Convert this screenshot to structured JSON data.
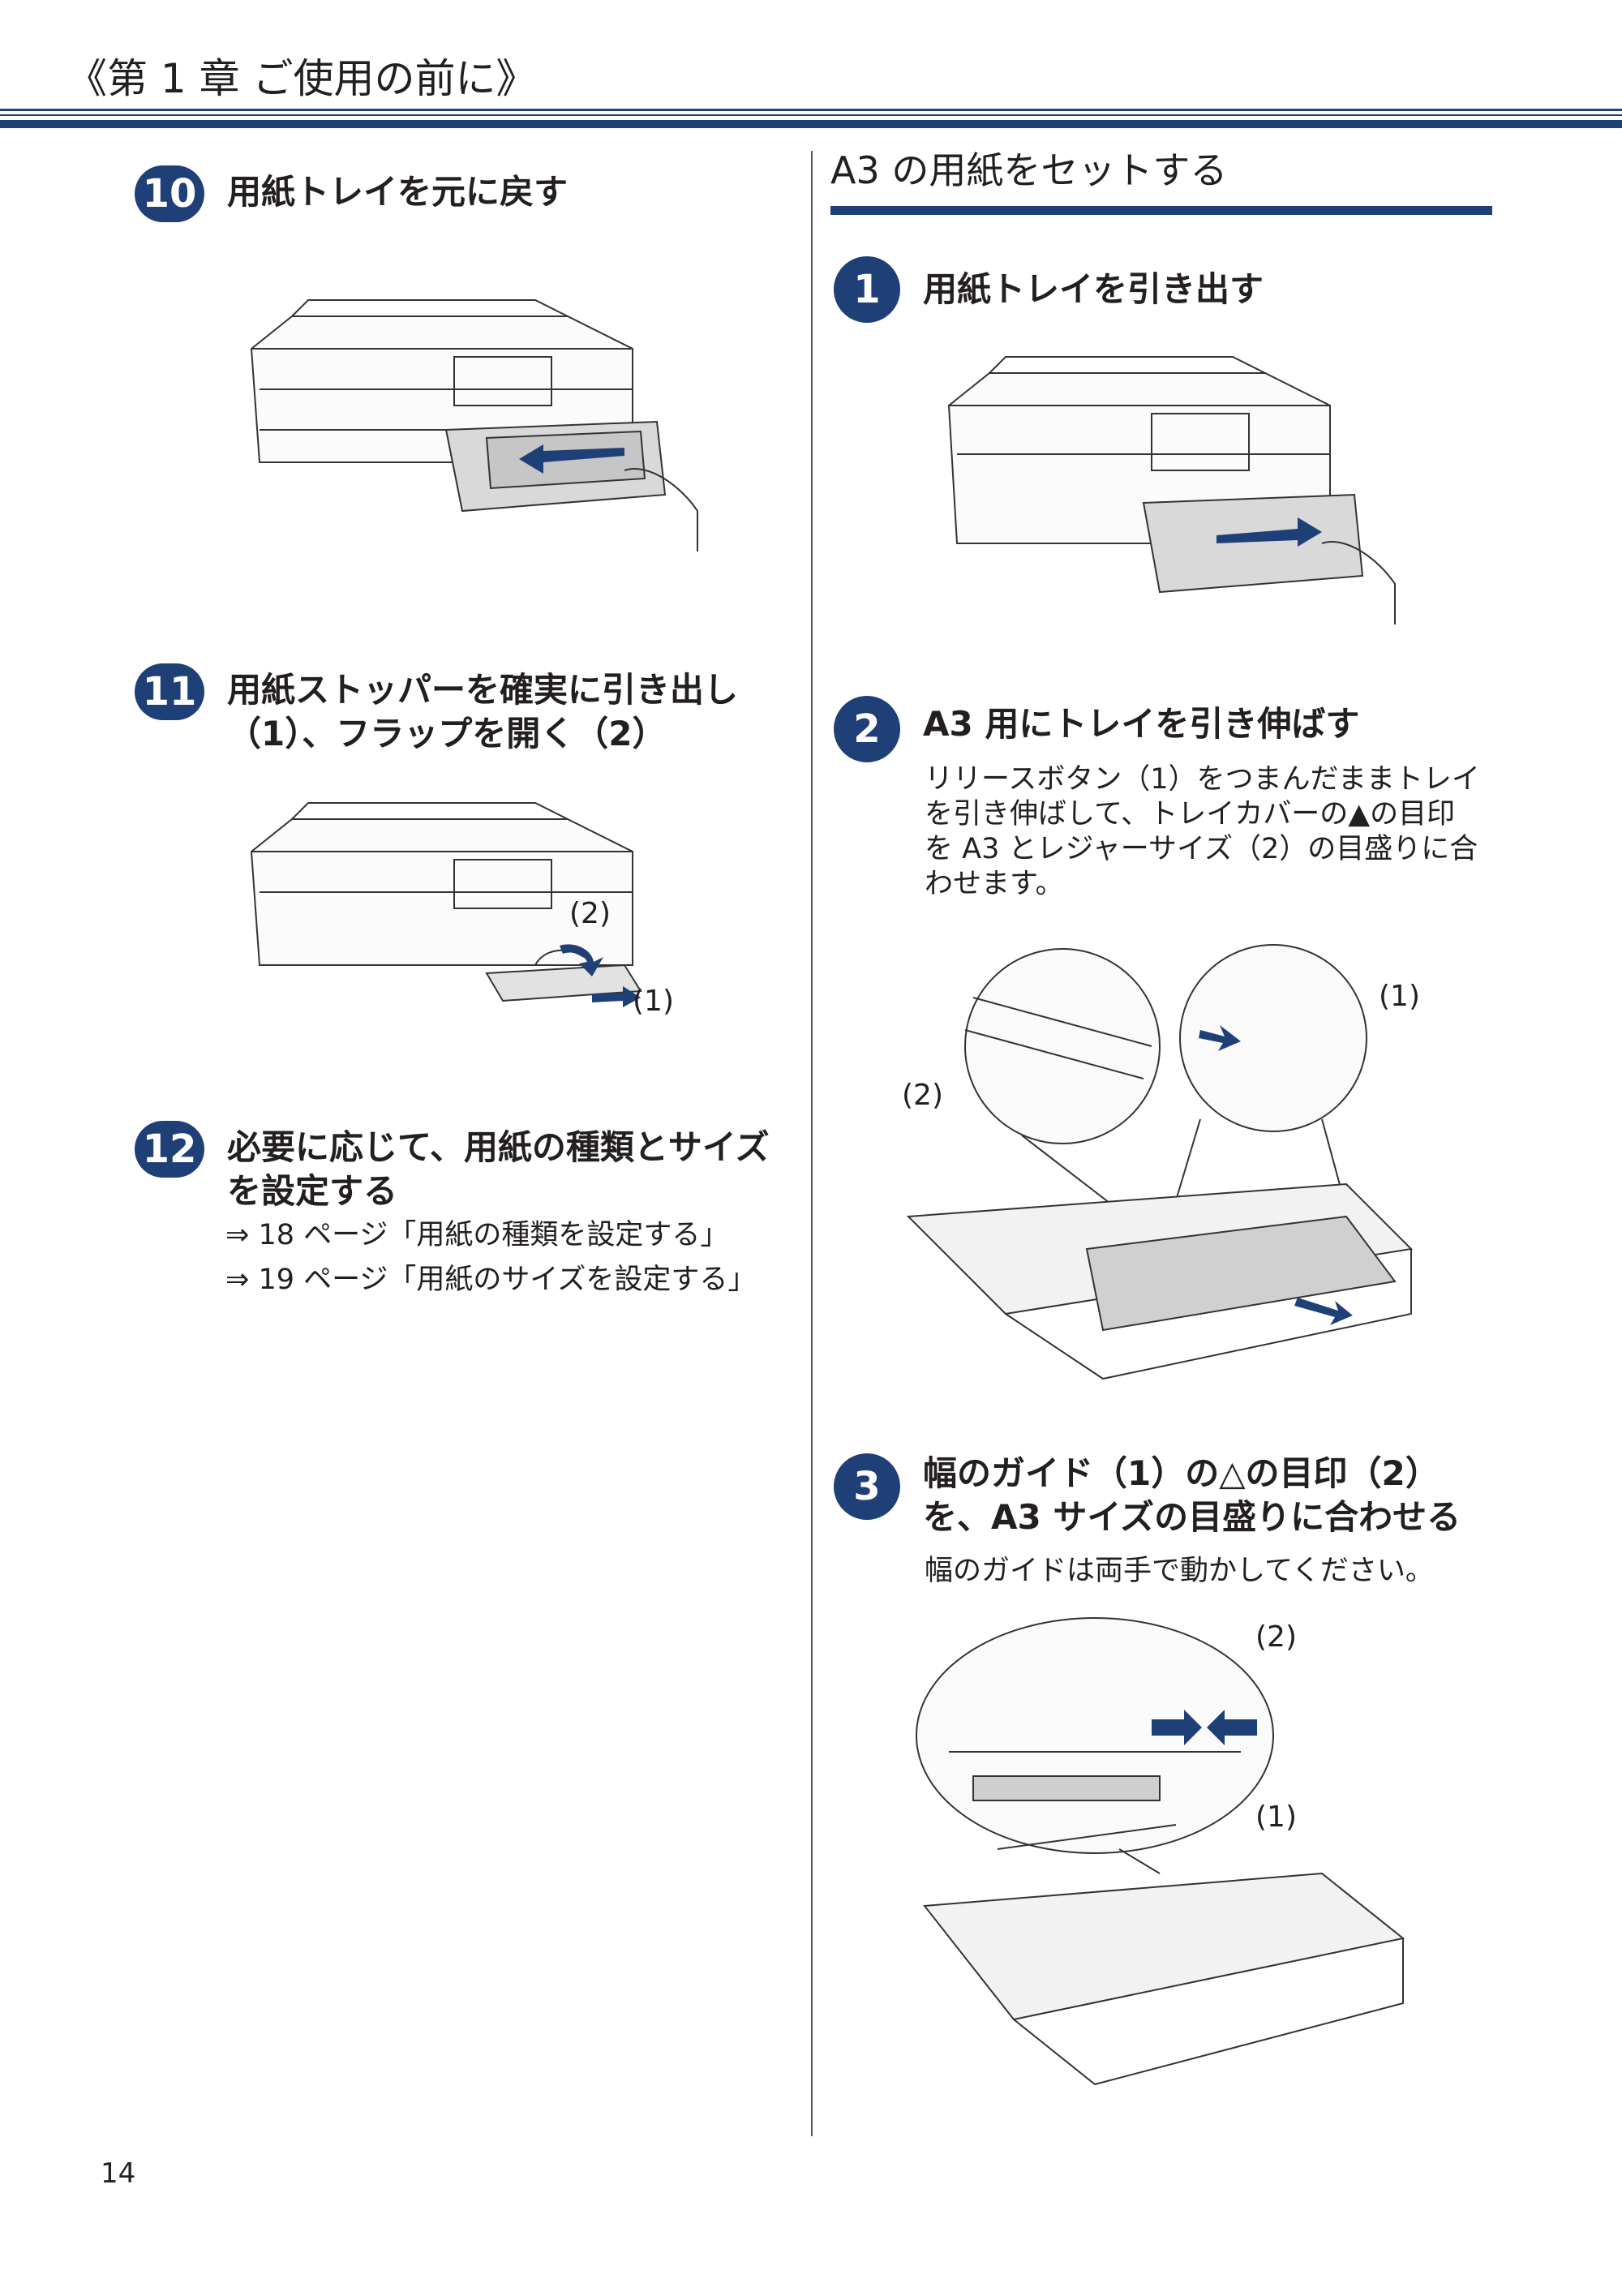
{
  "header": {
    "title": "《第 1 章 ご使用の前に》"
  },
  "colors": {
    "accent": "#1f3f77",
    "text": "#231f20"
  },
  "left": {
    "steps": [
      {
        "number": "10",
        "title_lines": [
          "用紙トレイを元に戻す"
        ]
      },
      {
        "number": "11",
        "title_lines": [
          "用紙ストッパーを確実に引き出し",
          "（1）、フラップを開く（2）"
        ]
      },
      {
        "number": "12",
        "title_lines": [
          "必要に応じて、用紙の種類とサイズ",
          "を設定する"
        ],
        "refs": [
          "⇒ 18 ページ「用紙の種類を設定する」",
          "⇒ 19 ページ「用紙のサイズを設定する」"
        ]
      }
    ],
    "callouts": {
      "c2": "(2)",
      "c1": "(1)"
    }
  },
  "right": {
    "section_title": "A3 の用紙をセットする",
    "steps": [
      {
        "number": "1",
        "title_lines": [
          "用紙トレイを引き出す"
        ]
      },
      {
        "number": "2",
        "title_lines": [
          "A3 用にトレイを引き伸ばす"
        ],
        "body_lines": [
          "リリースボタン（1）をつまんだままトレイ",
          "を引き伸ばして、トレイカバーの▲の目印",
          "を A3 とレジャーサイズ（2）の目盛りに合",
          "わせます。"
        ]
      },
      {
        "number": "3",
        "title_lines": [
          "幅のガイド（1）の△の目印（2）",
          "を、A3 サイズの目盛りに合わせる"
        ],
        "body_lines": [
          "幅のガイドは両手で動かしてください。"
        ]
      }
    ],
    "callouts": {
      "fig2_c1": "(1)",
      "fig2_c2": "(2)",
      "fig3_c2": "(2)",
      "fig3_c1": "(1)"
    }
  },
  "footer": {
    "page_number": "14"
  }
}
